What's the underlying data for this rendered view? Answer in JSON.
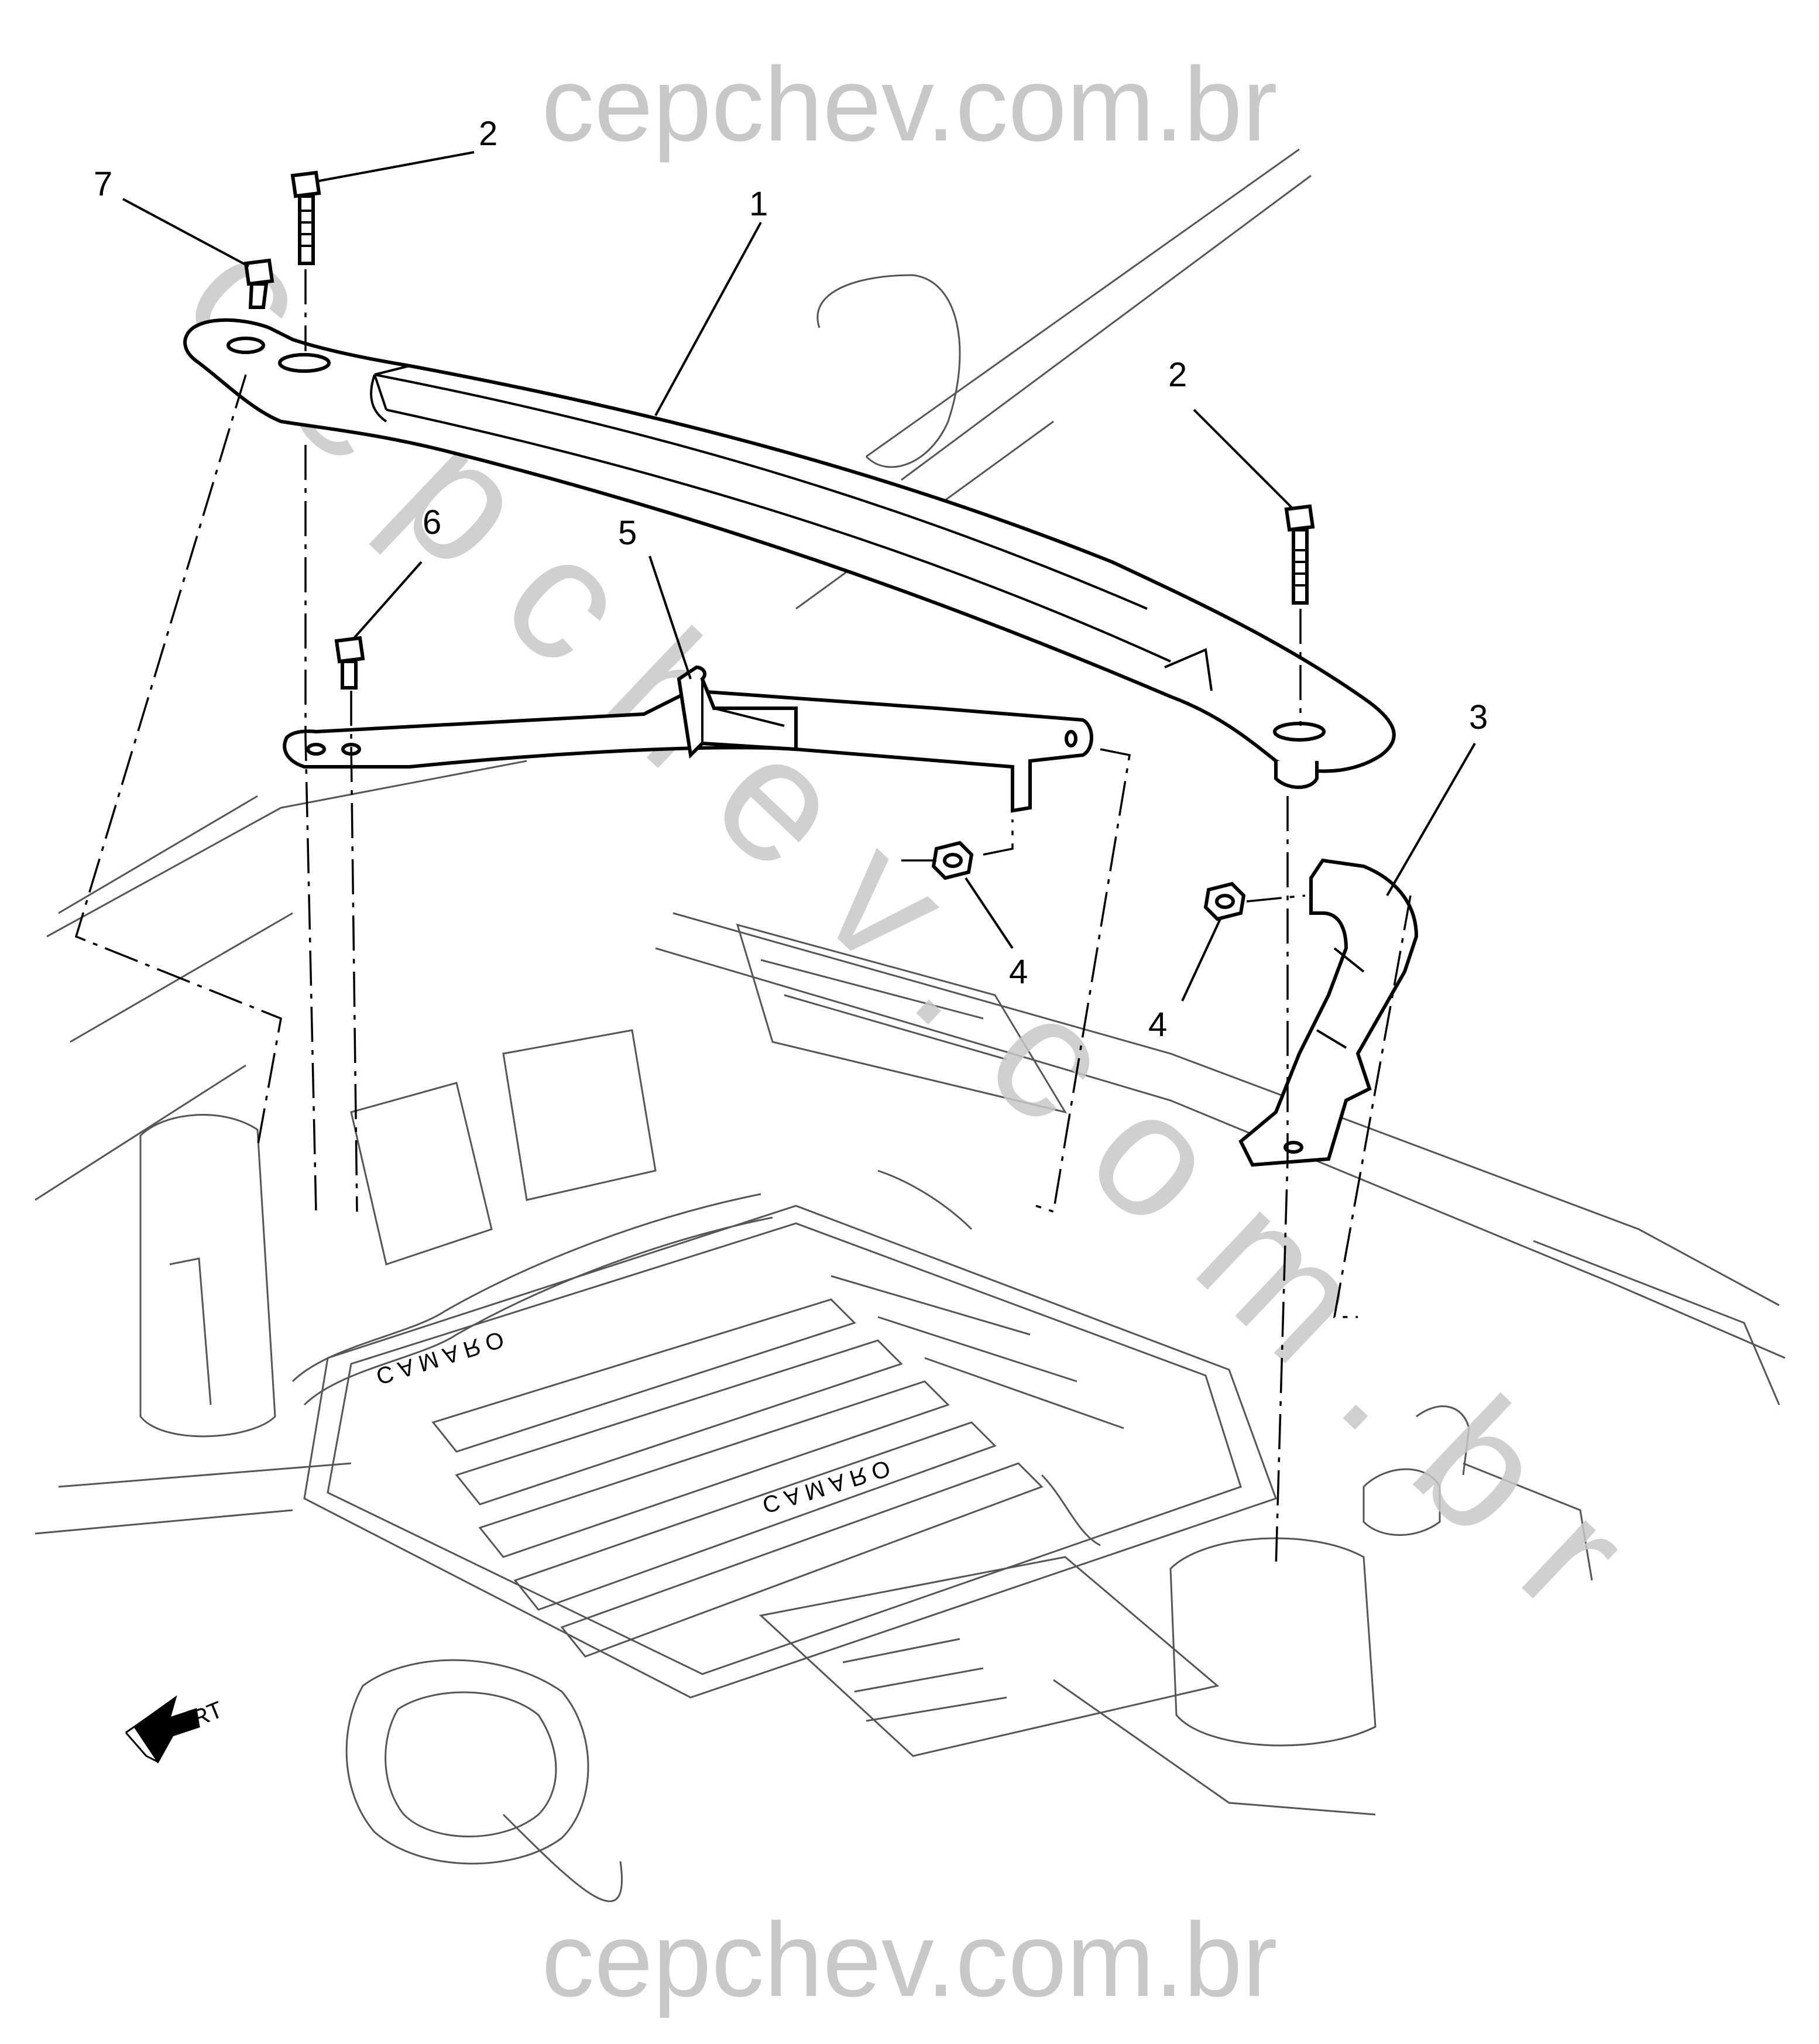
{
  "watermark": {
    "top_text": "cepchev.com.br",
    "bottom_text": "cepchev.com.br",
    "diagonal_text": "cepchev.com.br",
    "color": "#c8c8c8"
  },
  "callouts": {
    "strut_bar": "1",
    "bolt_left": "2",
    "bolt_right": "2",
    "bracket_right": "3",
    "nut_left": "4",
    "nut_right": "4",
    "bracket_left": "5",
    "bolt_bracket": "6",
    "bolt_small": "7"
  },
  "engine_cover": {
    "logo_front": "CAMARO",
    "logo_rear": "CAMARO"
  },
  "direction_arrow": {
    "label": "FRT"
  }
}
